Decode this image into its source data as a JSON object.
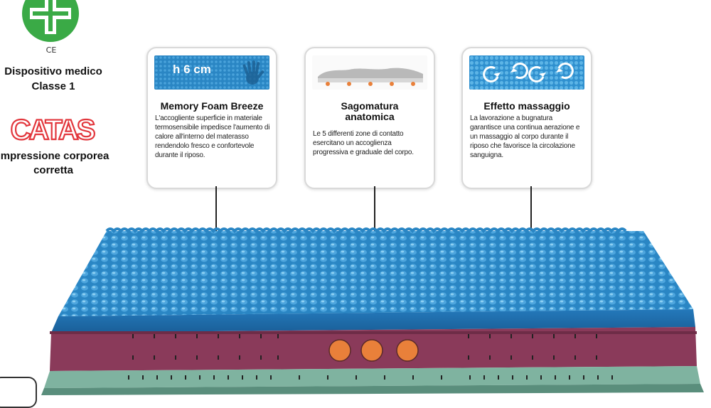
{
  "badges": {
    "ce_mark": "CE",
    "medical_device": "Dispositivo medico\nClasse 1",
    "catas_logo": "CATAS",
    "catas_caption": "impressione corporea\ncorretta"
  },
  "cards": [
    {
      "image_text": "h 6 cm",
      "title": "Memory Foam Breeze",
      "body": "L'accogliente superficie in materiale termosensibile impedisce l'aumento di calore all'interno del materasso rendendolo fresco e confortevole durante il riposo."
    },
    {
      "title": "Sagomatura\nanatomica",
      "body": "Le 5 differenti zone di contatto esercitano un accoglienza progressiva e graduale del corpo."
    },
    {
      "title": "Effetto massaggio",
      "body": "La lavorazione a bugnatura garantisce una continua aerazione e un massaggio al corpo durante il riposo che favorisce la circolazione sanguigna."
    }
  ],
  "colors": {
    "foam_blue": "#2a86c4",
    "foam_dark": "#1a5f98",
    "core_plum": "#8a3a5a",
    "base_green": "#7fb3a0",
    "cross_green": "#3aaa46",
    "catas_red": "#e2363c",
    "zone_orange": "#e9803a"
  }
}
